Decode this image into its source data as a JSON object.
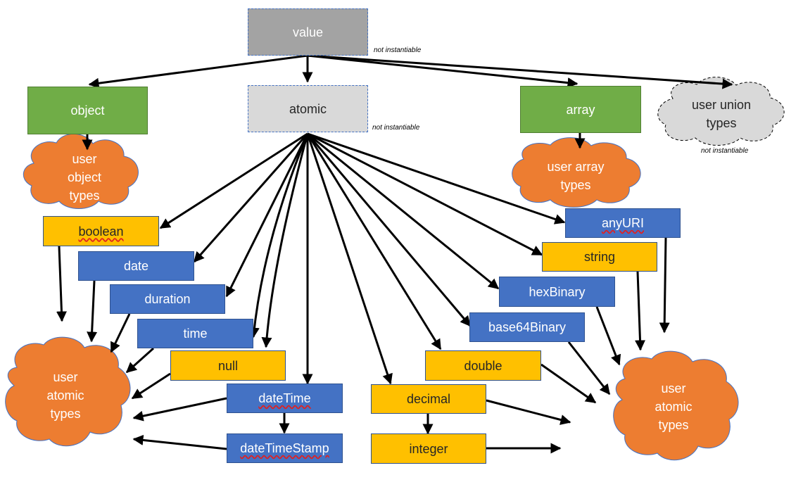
{
  "nodes": {
    "value": "value",
    "object": "object",
    "atomic": "atomic",
    "array": "array",
    "boolean": "boolean",
    "date": "date",
    "duration": "duration",
    "time": "time",
    "null": "null",
    "dateTime": "dateTime",
    "dateTimeStamp": "dateTimeStamp",
    "decimal": "decimal",
    "integer": "integer",
    "double": "double",
    "base64Binary": "base64Binary",
    "hexBinary": "hexBinary",
    "string": "string",
    "anyURI": "anyURI"
  },
  "clouds": {
    "user_object_types": "user\nobject\ntypes",
    "user_array_types": "user array\ntypes",
    "user_union_types": "user union\ntypes",
    "user_atomic_left": "user\natomic\ntypes",
    "user_atomic_right": "user\natomic\ntypes"
  },
  "notes": {
    "value_note": "not instantiable",
    "atomic_note": "not instantiable",
    "union_note": "not instantiable"
  },
  "colors": {
    "gray_dark": "#a3a3a3",
    "gray_light": "#d9d9d9",
    "green": "#70ad47",
    "orange_box": "#ffc000",
    "blue_box": "#4472c4",
    "cloud_orange": "#ed7d31",
    "cloud_gray": "#d9d9d9"
  }
}
